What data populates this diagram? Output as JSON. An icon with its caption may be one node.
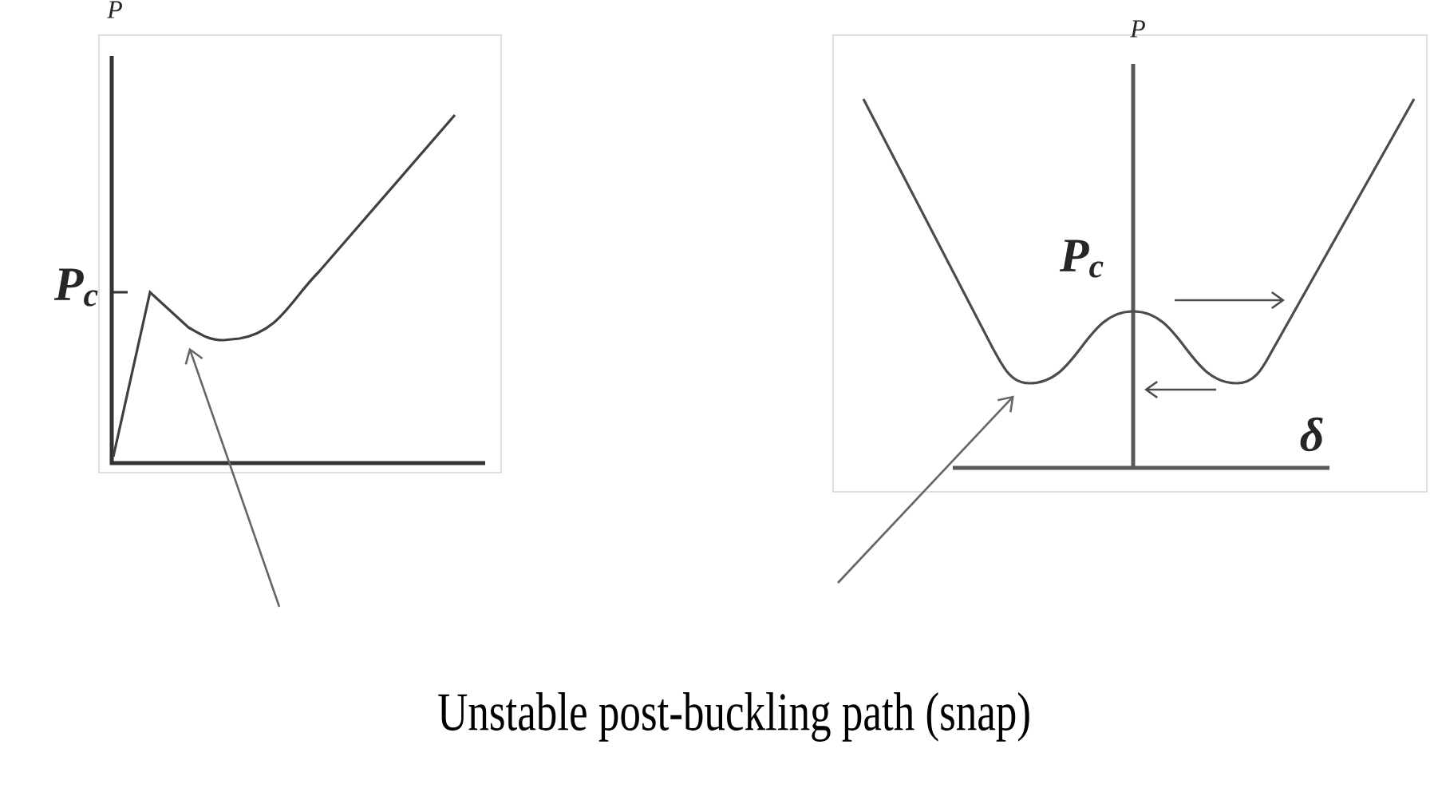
{
  "diagram": {
    "caption": "Unstable post-buckling path (snap)",
    "nodes": [
      {
        "text": [],
        "shape": "curve"
      },
      {
        "text": [],
        "shape": "curve"
      }
    ],
    "edges": [
      {
        "from": null,
        "to": 0,
        "arrow": "to"
      },
      {
        "from": null,
        "to": 1,
        "arrow": "to"
      }
    ],
    "labels": [
      "P",
      "P$_{c}$",
      "P",
      "P$_{c}$",
      "δ"
    ]
  }
}
